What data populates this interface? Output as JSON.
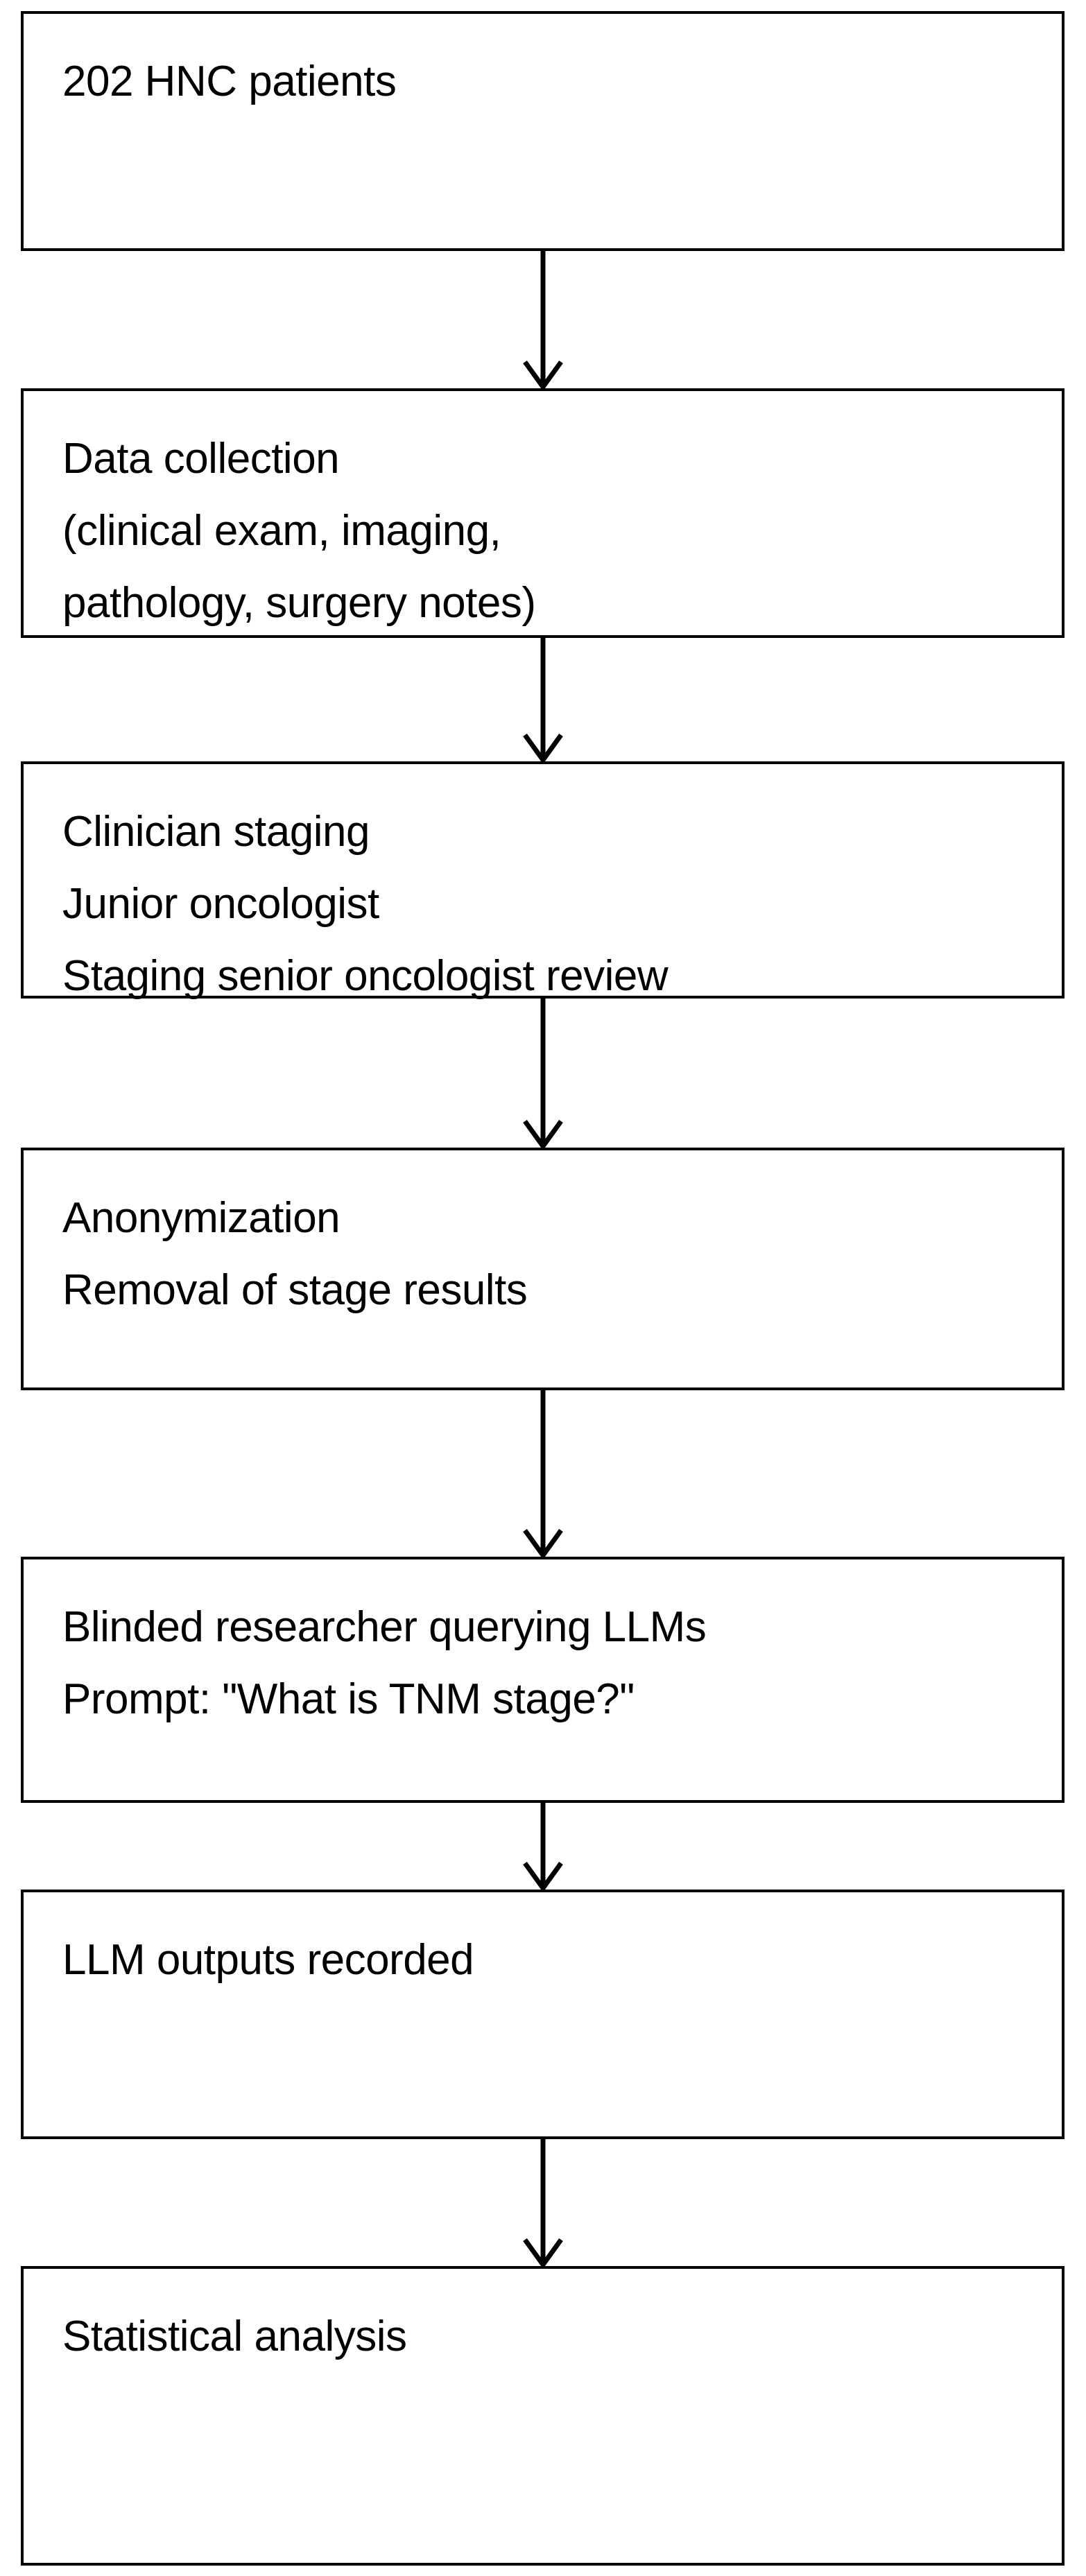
{
  "diagram": {
    "title": "HNC TNM staging study workflow flowchart",
    "orientation": "vertical top-to-bottom",
    "node_fill": "#ffffff",
    "node_border": "#000000",
    "text_color": "#000000",
    "arrow_color": "#000000",
    "arrow_style": "open-v-arrowhead",
    "nodes": [
      {
        "id": "patients",
        "text": "202 HNC patients",
        "lines": [
          "202 HNC patients"
        ]
      },
      {
        "id": "data-collection",
        "text": "Data collection\n(clinical exam, imaging,\npathology, surgery notes)",
        "lines": [
          "Data collection",
          "(clinical exam, imaging,",
          "pathology, surgery notes)"
        ]
      },
      {
        "id": "clinician-staging",
        "text": "Clinician staging\nJunior oncologist\nStaging senior oncologist review",
        "lines": [
          "Clinician staging",
          "Junior oncologist",
          "Staging senior oncologist review"
        ]
      },
      {
        "id": "anonymization",
        "text": "Anonymization\nRemoval of stage results",
        "lines": [
          "Anonymization",
          "Removal of stage results"
        ]
      },
      {
        "id": "blinded-query",
        "text": "Blinded researcher querying LLMs\nPrompt: \"What is TNM stage?\"",
        "lines": [
          "Blinded researcher querying LLMs",
          "Prompt: \"What is TNM stage?\""
        ]
      },
      {
        "id": "llm-outputs",
        "text": "LLM outputs recorded",
        "lines": [
          "LLM outputs recorded"
        ]
      },
      {
        "id": "statistical-analysis",
        "text": "Statistical analysis",
        "lines": [
          "Statistical analysis"
        ]
      }
    ],
    "edges": [
      {
        "from": "patients",
        "to": "data-collection"
      },
      {
        "from": "data-collection",
        "to": "clinician-staging"
      },
      {
        "from": "clinician-staging",
        "to": "anonymization"
      },
      {
        "from": "anonymization",
        "to": "blinded-query"
      },
      {
        "from": "blinded-query",
        "to": "llm-outputs"
      },
      {
        "from": "llm-outputs",
        "to": "statistical-analysis"
      }
    ]
  }
}
